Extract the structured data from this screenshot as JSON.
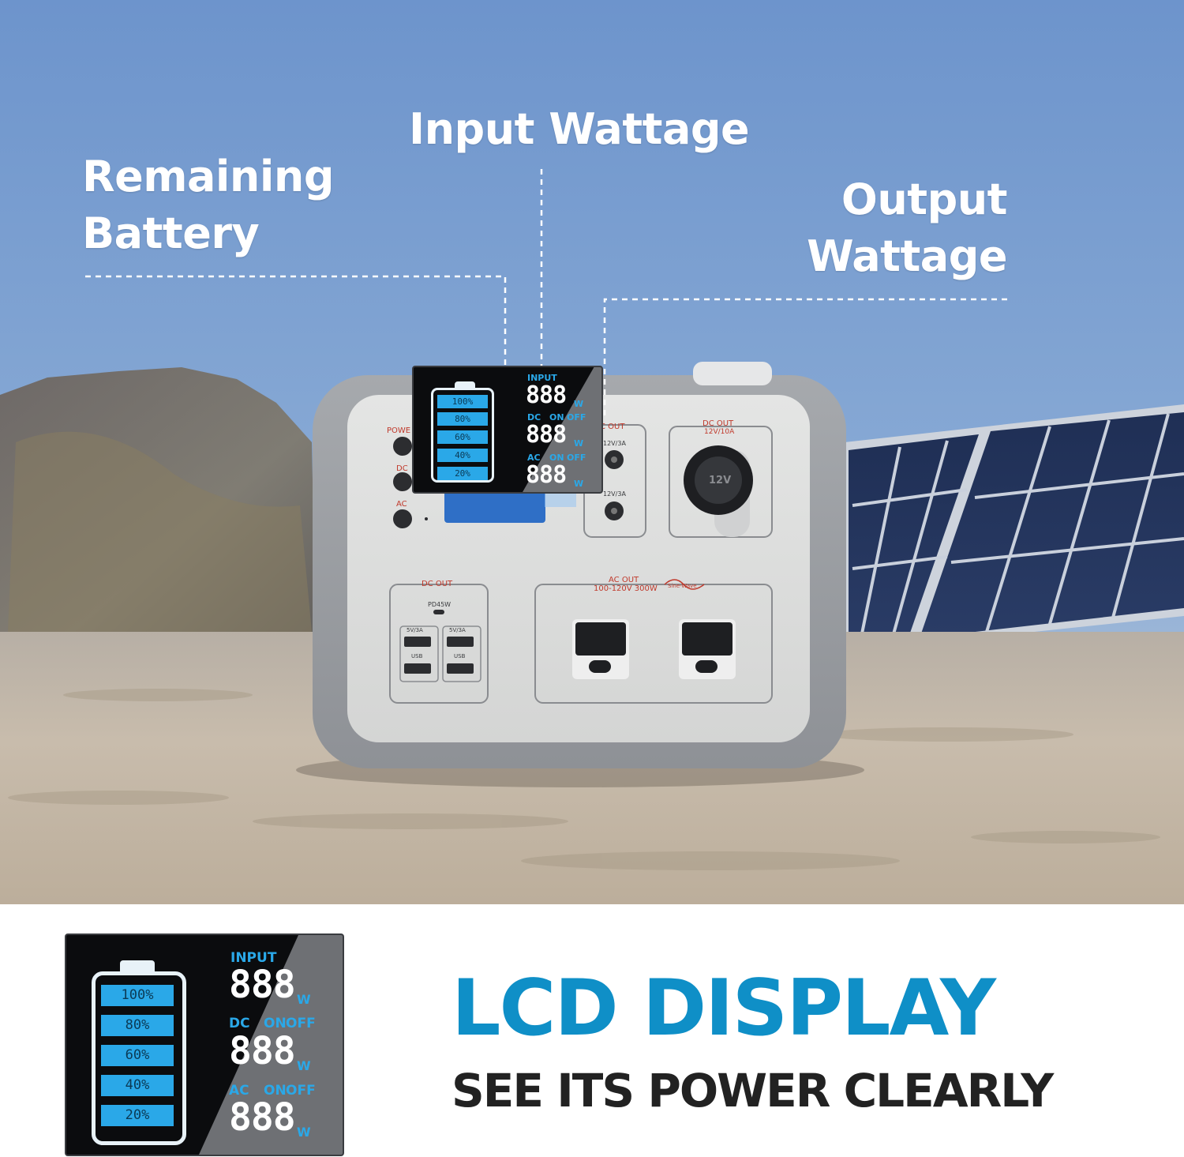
{
  "annotations": {
    "remaining_battery": [
      "Remaining",
      "Battery"
    ],
    "input_wattage": "Input Wattage",
    "output_wattage": [
      "Output",
      "Wattage"
    ]
  },
  "device_panel": {
    "power_label": "POWE",
    "dc_label": "DC",
    "ac_label": "AC",
    "dc_out_top_label": "C OUT",
    "port_12v_3a_top": "12V/3A",
    "port_12v_3a_bottom": "12V/3A",
    "dc_out_car_label": "DC OUT",
    "dc_out_car_rating": "12V/10A",
    "car_socket_text": "12V",
    "usb_dc_out_label": "DC OUT",
    "pd_label": "PD45W",
    "usb_rating_left": "5V/3A",
    "usb_rating_right": "5V/3A",
    "usb_label_left": "USB",
    "usb_label_right": "USB",
    "ac_out_label": "AC OUT",
    "ac_out_rating": "100-120V 300W",
    "sine_wave_label": "Sine-Wave"
  },
  "lcd": {
    "input_label": "INPUT",
    "dc_label": "DC",
    "ac_label": "AC",
    "on_label": "ON",
    "off_label": "OFF",
    "segment_digits": "888",
    "unit": "W",
    "battery_levels": [
      "100%",
      "80%",
      "60%",
      "40%",
      "20%"
    ]
  },
  "headline": "LCD DISPLAY",
  "subline": "SEE ITS POWER CLEARLY",
  "colors": {
    "accent_blue": "#0f8fc7",
    "lcd_blue": "#2aa8e8",
    "dark_text": "#222222"
  }
}
